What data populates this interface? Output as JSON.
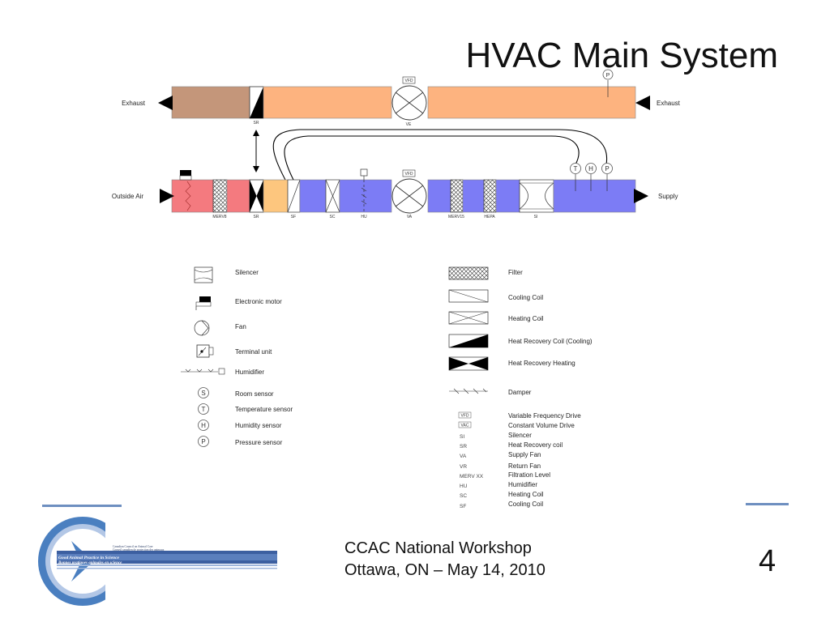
{
  "title": "HVAC Main System",
  "exhaust_labels": {
    "left": "Exhaust",
    "right": "Exhaust"
  },
  "supply_labels": {
    "left": "Outside Air",
    "right": "Supply"
  },
  "top_duct_components": {
    "sr": "SR",
    "ve": "VE",
    "vfd": "VFD",
    "p": "P"
  },
  "bottom_duct_components": {
    "merv8": "MERV8",
    "sr": "SR",
    "sf": "SF",
    "sc": "SC",
    "hu": "HU",
    "va": "VA",
    "merv15": "MERV15",
    "hepa": "HEPA",
    "si": "SI",
    "vfd": "VFD",
    "t": "T",
    "h": "H",
    "p": "P"
  },
  "legend_left": [
    {
      "label": "Silencer",
      "icon": "silencer-icon"
    },
    {
      "label": "Electronic motor",
      "icon": "motor-icon"
    },
    {
      "label": "Fan",
      "icon": "fan-icon"
    },
    {
      "label": "Terminal unit",
      "icon": "terminal-unit-icon"
    },
    {
      "label": "Humidifier",
      "icon": "humidifier-icon"
    },
    {
      "label": "Room sensor",
      "symbol": "S"
    },
    {
      "label": "Temperature sensor",
      "symbol": "T"
    },
    {
      "label": "Humidity  sensor",
      "symbol": "H"
    },
    {
      "label": "Pressure sensor",
      "symbol": "P"
    }
  ],
  "legend_right": [
    {
      "label": "Filter",
      "icon": "filter-icon"
    },
    {
      "label": "Cooling Coil",
      "icon": "cooling-coil-icon"
    },
    {
      "label": "Heating Coil",
      "icon": "heating-coil-icon"
    },
    {
      "label": "Heat Recovery Coil (Cooling)",
      "icon": "heat-recovery-cooling-icon"
    },
    {
      "label": "Heat Recovery Heating",
      "icon": "heat-recovery-heating-icon"
    },
    {
      "label": "Damper",
      "icon": "damper-icon"
    }
  ],
  "abbreviations": [
    {
      "abbr": "VFD",
      "meaning": "Variable Frequency Drive"
    },
    {
      "abbr": "VAC",
      "meaning": "Constant Volume Drive"
    },
    {
      "abbr": "SI",
      "meaning": "Silencer"
    },
    {
      "abbr": "SR",
      "meaning": "Heat Recovery coil"
    },
    {
      "abbr": "VA",
      "meaning": "Supply Fan"
    },
    {
      "abbr": "VR",
      "meaning": "Return Fan"
    },
    {
      "abbr": "MERV  XX",
      "meaning": "Filtration Level"
    },
    {
      "abbr": "HU",
      "meaning": "Humidifier"
    },
    {
      "abbr": "SC",
      "meaning": "Heating Coil"
    },
    {
      "abbr": "SF",
      "meaning": "Cooling Coil"
    }
  ],
  "footer": {
    "line1": "CCAC National Workshop",
    "line2": "Ottawa, ON – May 14, 2010"
  },
  "page_number": "4",
  "logo": {
    "line1": "Good Animal Practice in Science",
    "line2": "Bonnes pratiques animales en science",
    "small1": "Canadian Council on Animal Care",
    "small2": "Conseil canadien de protection des animaux"
  },
  "colors": {
    "exhaust_brown": "#c4967a",
    "exhaust_orange": "#fdb37f",
    "supply_red": "#f47a7f",
    "supply_yellow": "#fdc67e",
    "supply_blue": "#7c7cf5",
    "logo_blue": "#4a7fc0"
  }
}
